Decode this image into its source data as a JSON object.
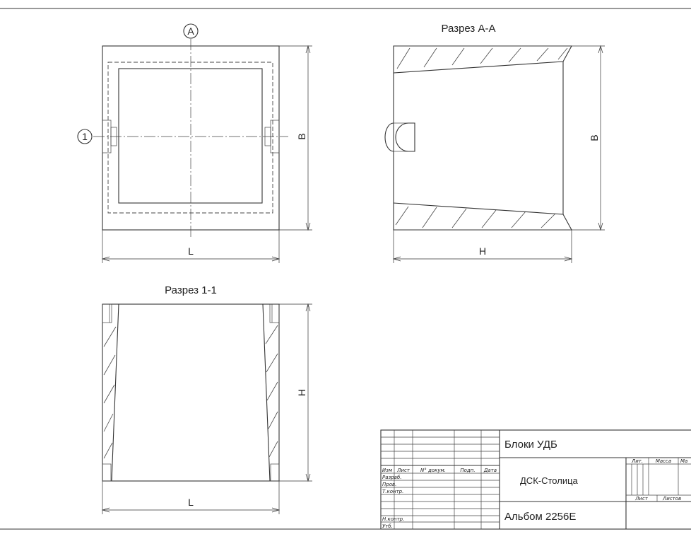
{
  "plan_view": {
    "axis_a_label": "A",
    "axis_1_label": "1",
    "dim_width_label": "L",
    "dim_height_label": "B"
  },
  "section_aa": {
    "title": "Разрез А-А",
    "dim_height_label": "B",
    "dim_width_label": "H"
  },
  "section_11": {
    "title": "Разрез 1-1",
    "dim_height_label": "H",
    "dim_width_label": "L"
  },
  "title_block": {
    "document_name": "Блоки УДБ",
    "organization": "ДСК-Столица",
    "album": "Альбом 2256Е",
    "col_headers": [
      "Изм",
      "Лист",
      "N° докум.",
      "Подп.",
      "Дата"
    ],
    "row_labels": [
      "Разраб.",
      "Пров.",
      "Т.контр.",
      "Н.контр.",
      "Утб."
    ],
    "stage_headers": [
      "Лит.",
      "Масса",
      "Ма"
    ],
    "sheet_headers": [
      "Лист",
      "Листов"
    ]
  }
}
